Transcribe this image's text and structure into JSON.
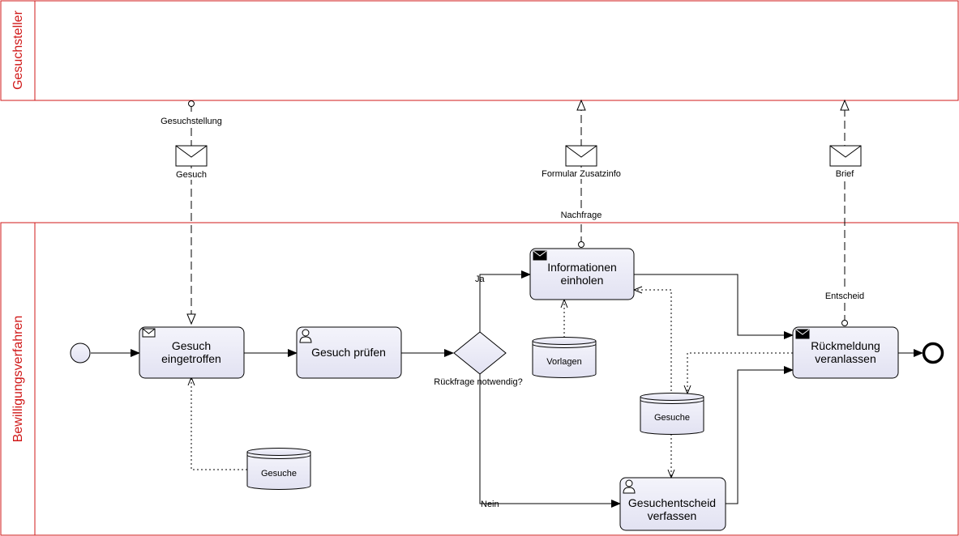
{
  "pools": {
    "top": {
      "label": "Gesuchsteller"
    },
    "bottom": {
      "label": "Bewilligungsverfahren"
    }
  },
  "tasks": {
    "gesuch_eingetroffen": {
      "line1": "Gesuch",
      "line2": "eingetroffen",
      "marker": "envelope-icon"
    },
    "gesuch_pruefen": {
      "line1": "Gesuch prüfen",
      "marker": "user-icon"
    },
    "informationen_einholen": {
      "line1": "Informationen",
      "line2": "einholen",
      "marker": "envelope-filled-icon"
    },
    "rueckmeldung_veranlassen": {
      "line1": "Rückmeldung",
      "line2": "veranlassen",
      "marker": "envelope-filled-icon"
    },
    "gesuchentscheid_verfassen": {
      "line1": "Gesuchentscheid",
      "line2": "verfassen",
      "marker": "user-icon"
    }
  },
  "gateway": {
    "label": "Rückfrage notwendig?"
  },
  "flow_labels": {
    "ja": "Ja",
    "nein": "Nein"
  },
  "message_flows": {
    "gesuchstellung": "Gesuchstellung",
    "gesuch": "Gesuch",
    "formular": "Formular Zusatzinfo",
    "nachfrage": "Nachfrage",
    "brief": "Brief",
    "entscheid": "Entscheid"
  },
  "data_stores": {
    "vorlagen": "Vorlagen",
    "gesuche_left": "Gesuche",
    "gesuche_mid": "Gesuche"
  },
  "colors": {
    "pool_border": "#d01818",
    "task_fill": "#ebebf7",
    "lane_text": "#d01818"
  }
}
